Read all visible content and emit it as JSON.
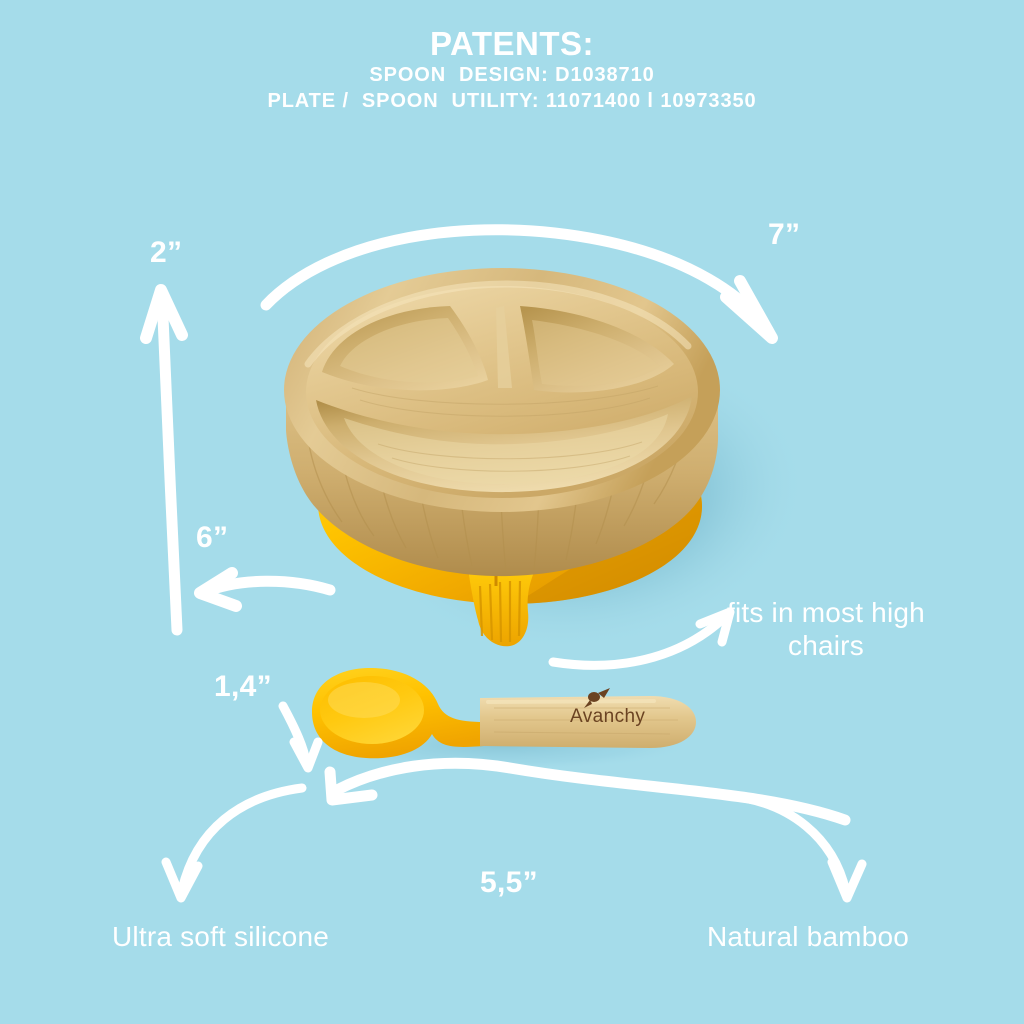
{
  "page": {
    "background_color": "#a5dcea",
    "text_color": "#ffffff"
  },
  "header": {
    "title": "PATENTS:",
    "line_spoon_design": "SPOON  DESIGN: D1038710",
    "line_plate_spoon_utility": "PLATE /  SPOON  UTILITY: 11071400 l 10973350"
  },
  "dimensions": {
    "plate_height": "2”",
    "plate_diameter": "7”",
    "plate_inner": "6”",
    "spoon_head_width": "1,4”",
    "spoon_length": "5,5”"
  },
  "features": {
    "fits_high_chairs_line1": "fits in most high",
    "fits_high_chairs_line2": "chairs",
    "ultra_soft_silicone": "Ultra soft silicone",
    "natural_bamboo": "Natural bamboo"
  },
  "product": {
    "brand_logo_text": "Avanchy",
    "plate_name": "bamboo-suction-divided-plate",
    "spoon_name": "bamboo-silicone-baby-spoon",
    "colors": {
      "bamboo_light": "#e8cf9a",
      "bamboo_mid": "#d9b877",
      "bamboo_dark": "#c49c58",
      "bamboo_shadow": "#a87f3f",
      "silicone_yellow": "#ffc709",
      "silicone_yellow_dark": "#e8a000",
      "silicone_yellow_deep": "#d18f00",
      "drop_shadow": "#7fbfd2"
    }
  },
  "arrows": [
    {
      "name": "plate-diameter-arrow",
      "label": "7”"
    },
    {
      "name": "plate-height-arrow",
      "label": "2”"
    },
    {
      "name": "plate-inner-arrow",
      "label": "6”"
    },
    {
      "name": "spoon-head-arrow",
      "label": "1,4”"
    },
    {
      "name": "spoon-length-arrow",
      "label": "5,5”"
    },
    {
      "name": "high-chair-arrow",
      "label": "fits in most high chairs"
    },
    {
      "name": "silicone-arrow",
      "label": "Ultra soft silicone"
    },
    {
      "name": "bamboo-arrow",
      "label": "Natural bamboo"
    }
  ]
}
